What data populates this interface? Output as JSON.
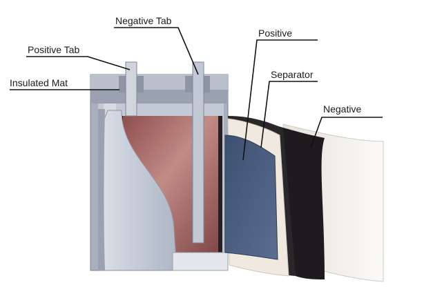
{
  "labels": {
    "negative_tab": "Negative Tab",
    "positive_tab": "Positive Tab",
    "insulated_mat": "Insulated Mat",
    "positive": "Positive",
    "separator": "Separator",
    "negative": "Negative"
  },
  "colors": {
    "case_gray": "#9ea6b6",
    "case_light": "#c7cdd8",
    "case_dark": "#7c8597",
    "core_brown": "#9c5a58",
    "core_highlight": "#c58c86",
    "tab_metal": "#c9ced8",
    "positive_blue": "#4b5d80",
    "separator_cream": "#ece6dc",
    "negative_black": "#1c1a1d",
    "sheet_white": "#f3f1ee"
  }
}
